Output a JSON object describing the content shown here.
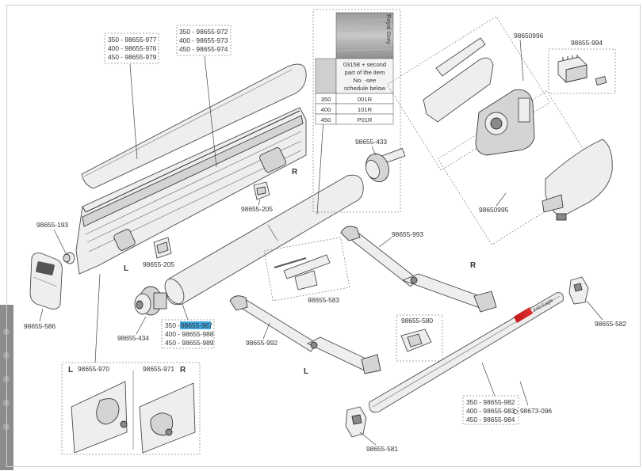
{
  "labels": {
    "roller_cover_350": "350 - 98655-977",
    "roller_cover_400": "400 - 98655-976",
    "roller_cover_450": "450 - 98655-979",
    "housing_350": "350 - 98655-972",
    "housing_400": "400 - 98655-973",
    "housing_450": "450 - 98655-974",
    "bracket_r": "98655-205",
    "bracket_l": "98655-205",
    "end_plug": "98655-193",
    "left_cap": "98655-586",
    "drive_spool": "98655-434",
    "roller_350_prefix": "350 - ",
    "roller_350_code": "98655-987",
    "roller_400": "400 - 98655-988",
    "roller_450": "450 - 98655-989",
    "end_cap_l_group": "98655-970",
    "end_cap_r_group": "98655-971",
    "drive_head": "98655-433",
    "arm_bracket": "98655-583",
    "arm_left": "98655-992",
    "arm_right": "98655-993",
    "arm_joint": "98655-580",
    "cover_top": "98650996",
    "cover_bottom": "98650995",
    "small_parts_kit": "98655-994",
    "rail_end_right": "98655-582",
    "rail_end_left": "98655-581",
    "rail_350": "350 - 98655-982",
    "rail_400": "400 - 98655-983",
    "rail_450": "450 - 98655-984",
    "rail_connector": "98673-096",
    "side_left": "L",
    "side_right": "R",
    "rail_brand": "F45 Eagle"
  },
  "fabric_table": {
    "color_name": "Royal Grey",
    "header": [
      "03158 + second",
      "part of the item",
      "No. -see",
      "schedule below"
    ],
    "rows": [
      {
        "size": "350",
        "code": "001R"
      },
      {
        "size": "400",
        "code": "101R"
      },
      {
        "size": "450",
        "code": "P01R"
      }
    ]
  }
}
